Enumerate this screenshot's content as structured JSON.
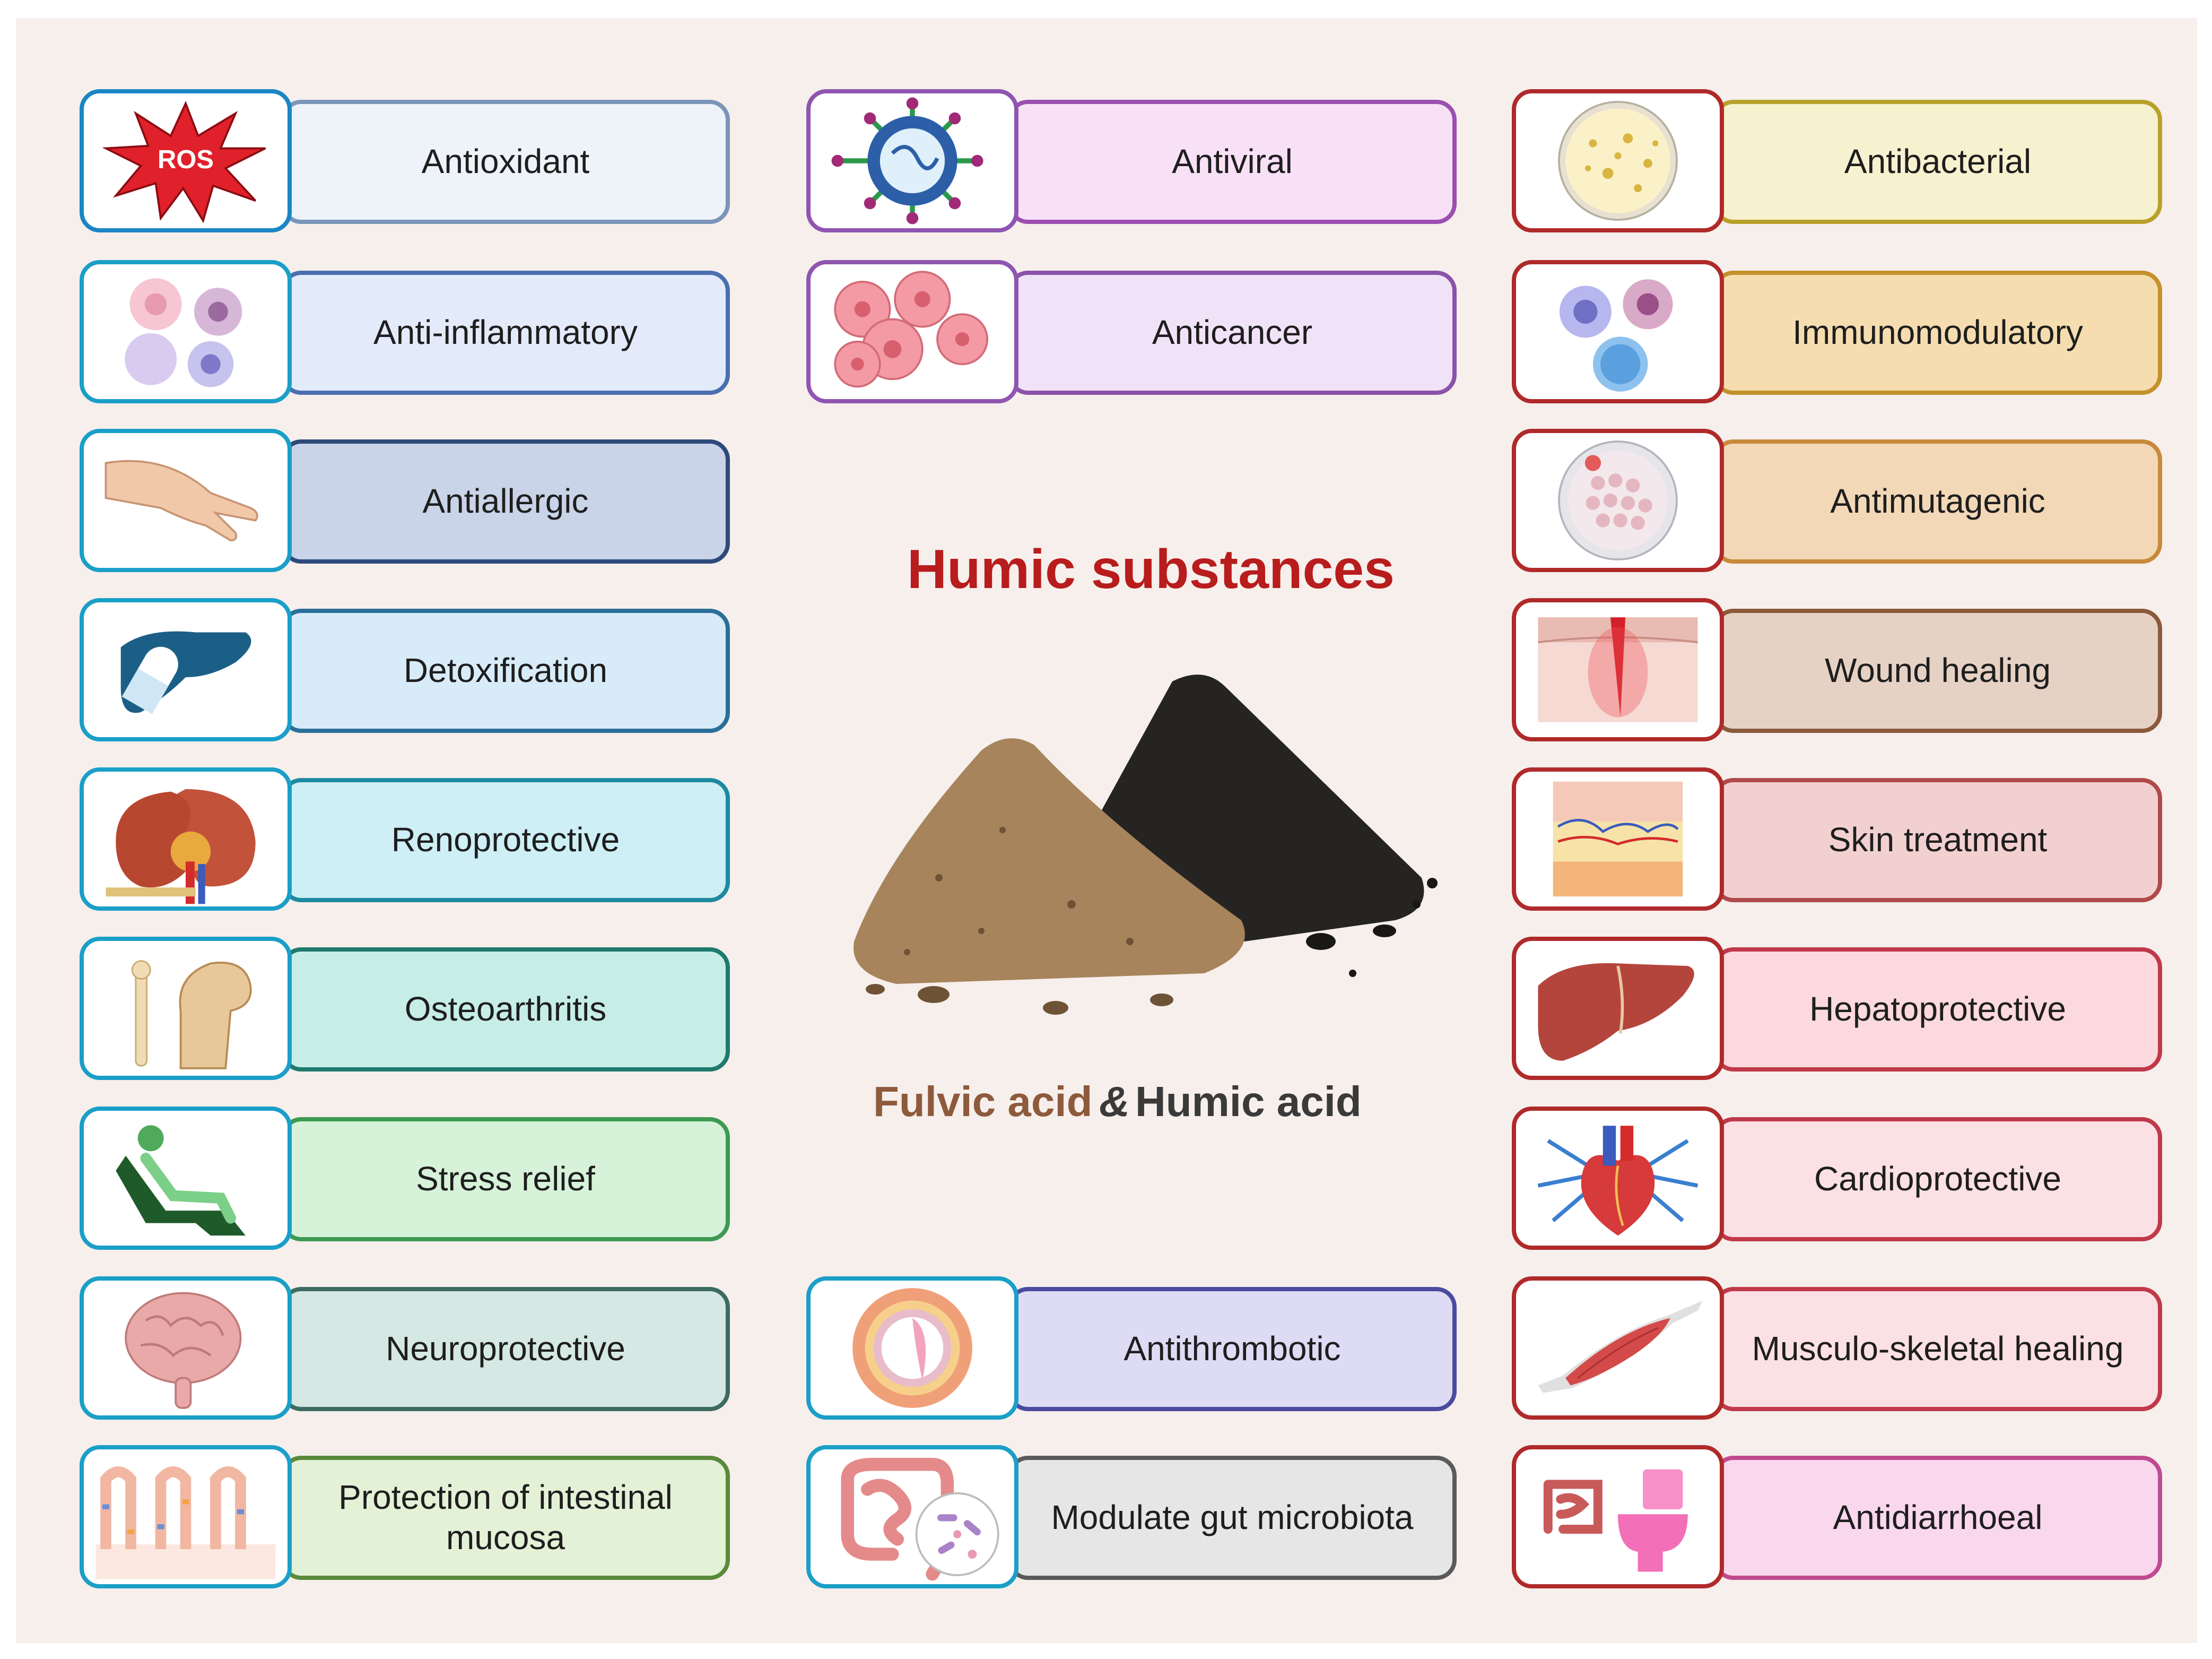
{
  "title": "Humic substances",
  "subtitle": {
    "fulvic": "Fulvic acid",
    "amp": "&",
    "humic": "Humic acid"
  },
  "colors": {
    "title": "#b81c1c",
    "fulvic": "#8e5a3c",
    "humic": "#3a3a3a",
    "background": "#f6efec"
  },
  "left_column": [
    {
      "label": "Antioxidant",
      "icon": "ros-burst-icon"
    },
    {
      "label": "Anti-inflammatory",
      "icon": "immune-cells-icon"
    },
    {
      "label": "Antiallergic",
      "icon": "scratching-hand-icon"
    },
    {
      "label": "Detoxification",
      "icon": "liver-pill-icon"
    },
    {
      "label": "Renoprotective",
      "icon": "kidney-icon"
    },
    {
      "label": "Osteoarthritis",
      "icon": "bone-icon"
    },
    {
      "label": "Stress relief",
      "icon": "relaxing-person-icon"
    },
    {
      "label": "Neuroprotective",
      "icon": "brain-icon"
    },
    {
      "label": "Protection of intestinal mucosa",
      "icon": "intestinal-villi-icon"
    }
  ],
  "middle_top": [
    {
      "label": "Antiviral",
      "icon": "virus-icon"
    },
    {
      "label": "Anticancer",
      "icon": "cancer-cells-icon"
    }
  ],
  "middle_bottom": [
    {
      "label": "Antithrombotic",
      "icon": "blood-vessel-icon"
    },
    {
      "label": "Modulate gut microbiota",
      "icon": "gut-microbiota-icon"
    }
  ],
  "right_column": [
    {
      "label": "Antibacterial",
      "icon": "petri-dish-bacteria-icon"
    },
    {
      "label": "Immunomodulatory",
      "icon": "immune-cells-icon"
    },
    {
      "label": "Antimutagenic",
      "icon": "cell-culture-dish-icon"
    },
    {
      "label": "Wound healing",
      "icon": "skin-wound-icon"
    },
    {
      "label": "Skin treatment",
      "icon": "skin-layers-icon"
    },
    {
      "label": "Hepatoprotective",
      "icon": "liver-icon"
    },
    {
      "label": "Cardioprotective",
      "icon": "heart-icon"
    },
    {
      "label": "Musculo-skeletal healing",
      "icon": "muscle-icon"
    },
    {
      "label": "Antidiarrhoeal",
      "icon": "intestine-toilet-icon"
    }
  ]
}
